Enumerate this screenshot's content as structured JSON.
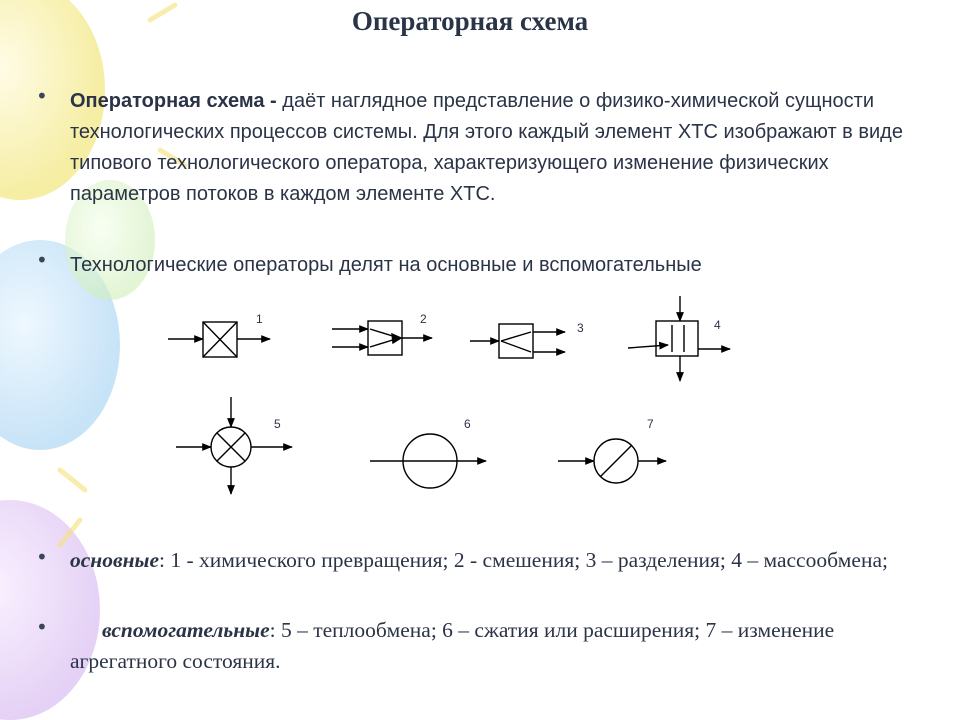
{
  "title": "Операторная схема",
  "paragraph1": {
    "term": "Операторная схема -",
    "text": " даёт наглядное представление о физико-химической сущности технологических процессов системы. Для этого каждый элемент ХТС изображают в виде типового технологического оператора, характеризующего изменение физических параметров потоков в каждом элементе ХТС."
  },
  "paragraph2": "Технологические операторы делят на основные и вспомогательные",
  "diagram_labels": [
    "1",
    "2",
    "3",
    "4",
    "5",
    "6",
    "7"
  ],
  "paragraph3": {
    "term": "основные",
    "text": ":   1 - химического превращения;   2 - смешения; 3 – разделения; 4 – массообмена;"
  },
  "paragraph4": {
    "term": "вспомогательные",
    "text": ":  5 – теплообмена;  6 – сжатия или расширения;  7 – изменение агрегатного состояния."
  },
  "colors": {
    "text": "#2b3446",
    "bullet": "#3a4558",
    "lines": "#000000"
  }
}
